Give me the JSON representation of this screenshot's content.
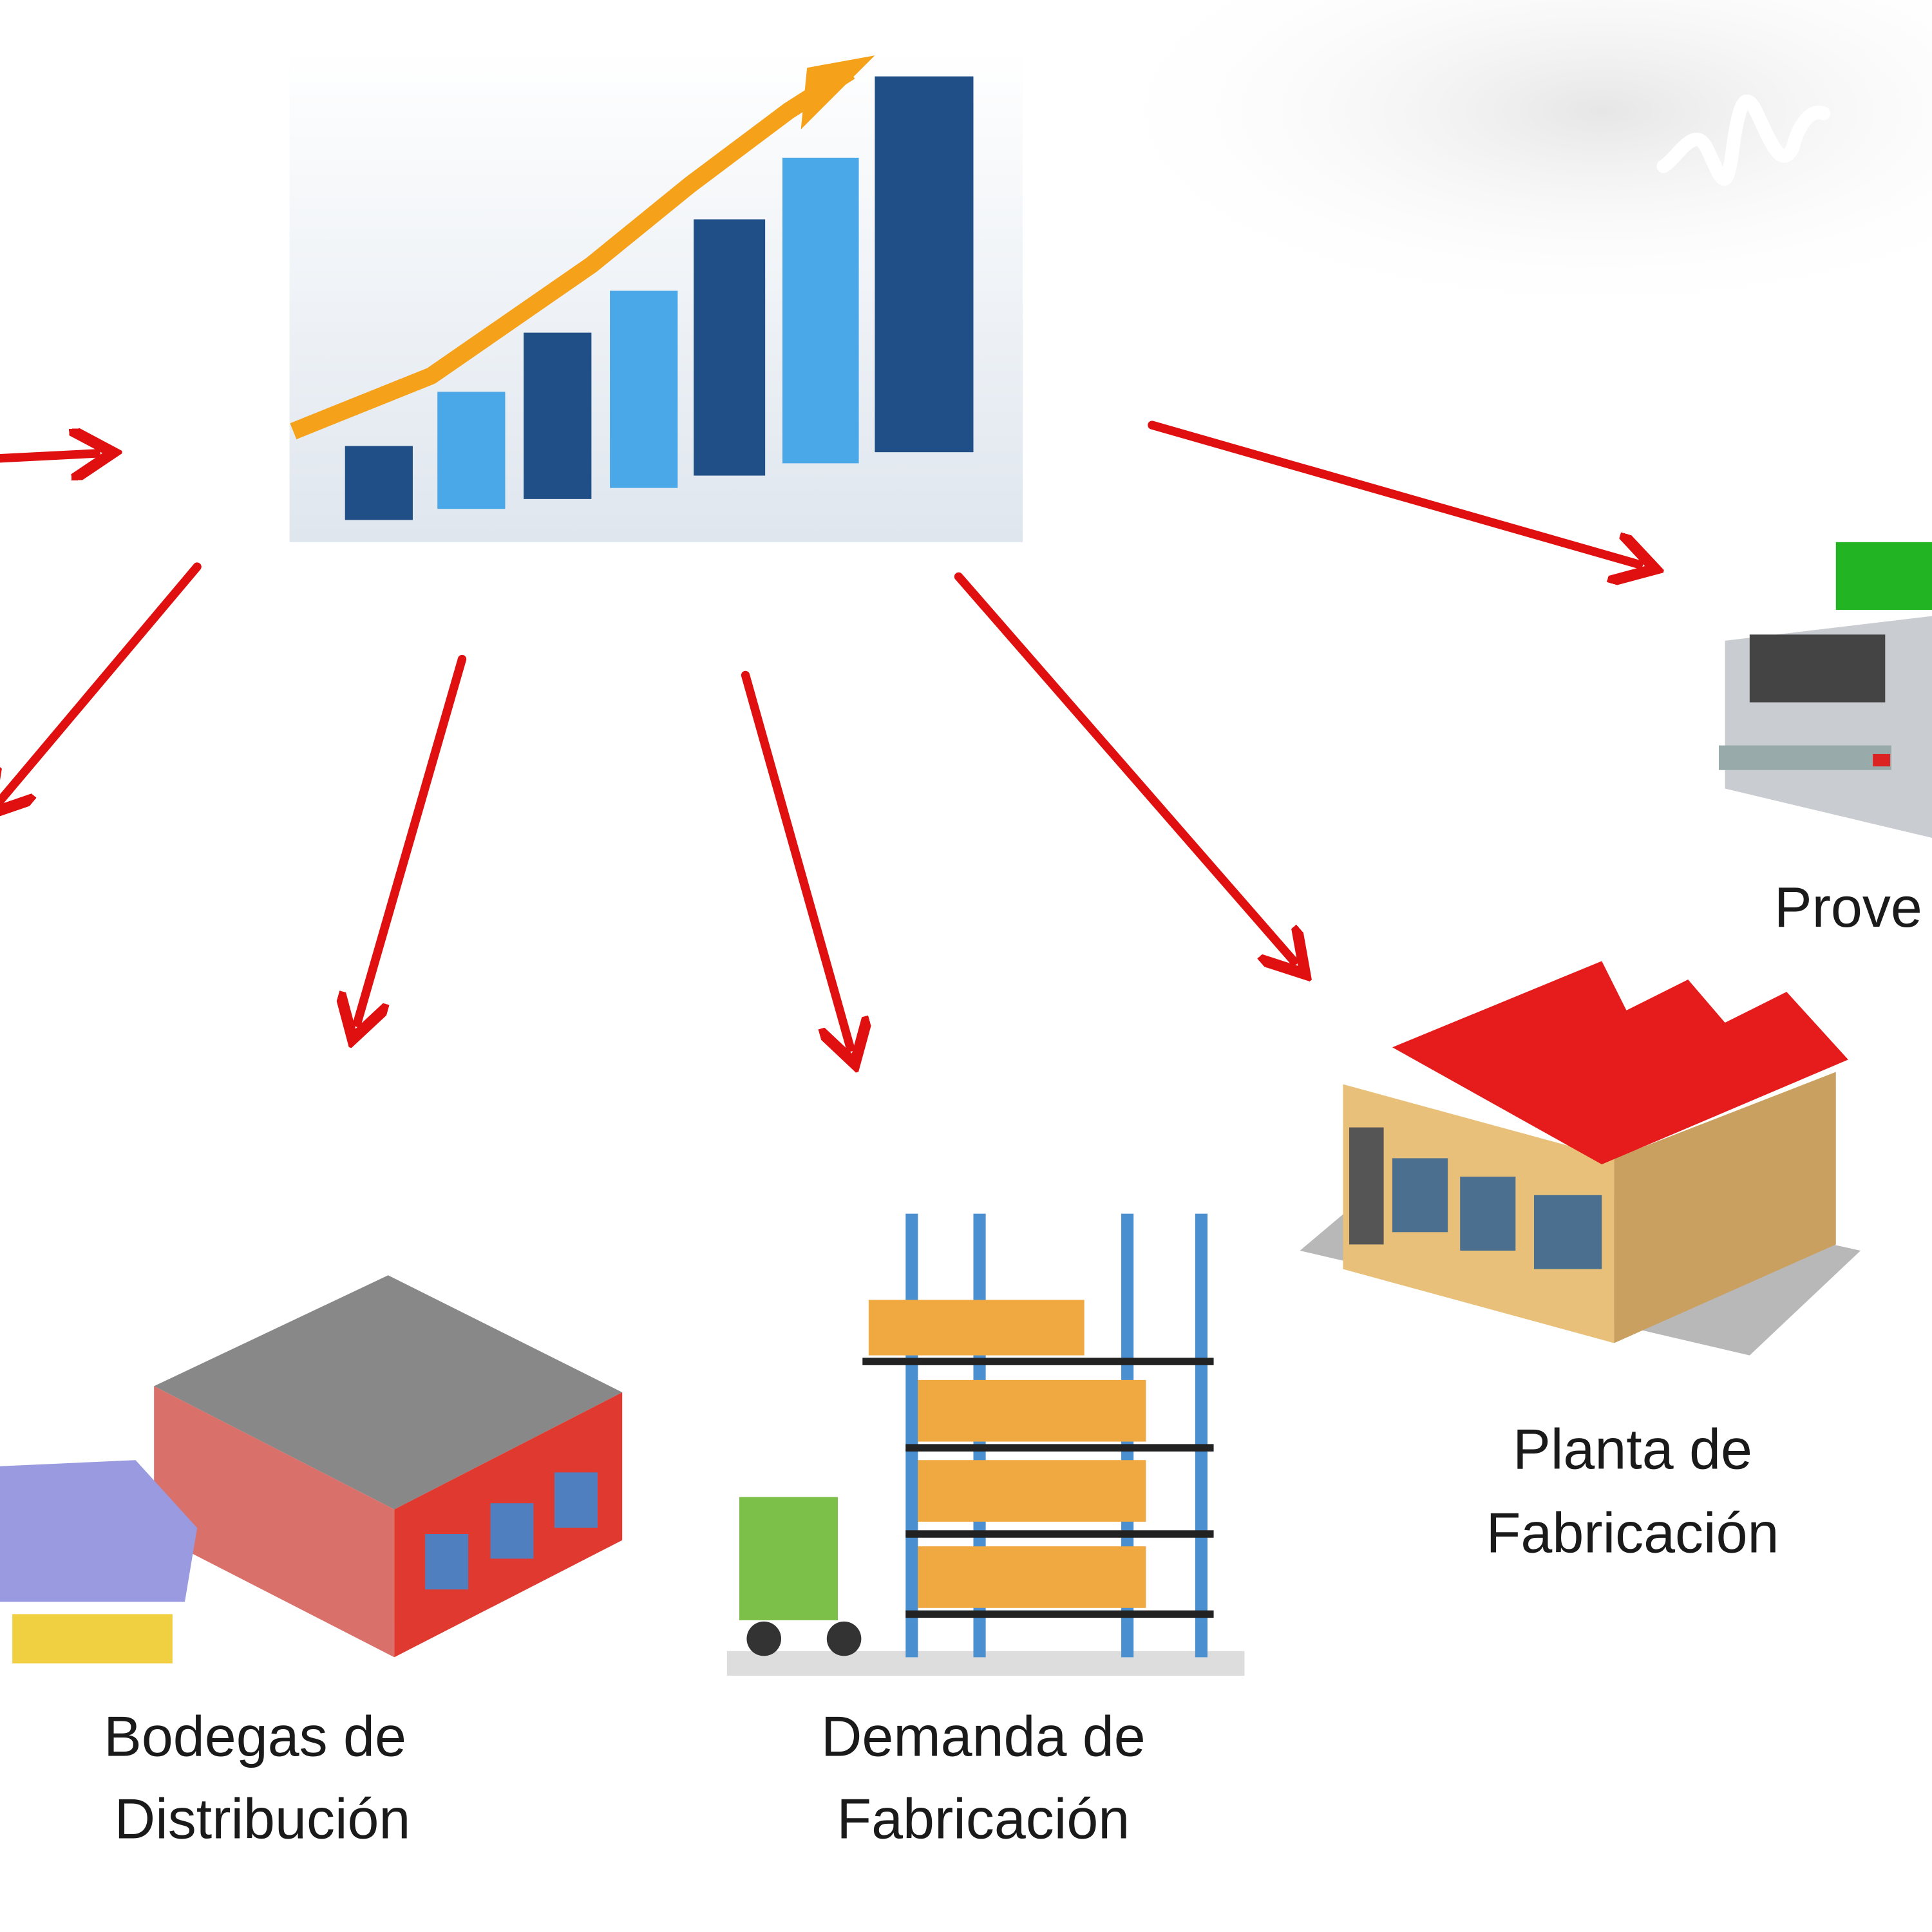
{
  "labels": {
    "proveedores": "Prove",
    "planta": [
      "Planta de",
      "Fabricación"
    ],
    "demanda": [
      "Demanda de",
      "Fabricación"
    ],
    "bodegas": [
      "Bodegas de",
      "Distribución"
    ]
  },
  "colors": {
    "arrow": "#e01010",
    "roof": "#e61c1c",
    "bar_dark": "#1f4f86",
    "bar_light": "#4aa8e8",
    "trend": "#f5a11a",
    "truck_cargo": "#22b422"
  },
  "icons": [
    "growth-chart-icon",
    "podcast-logo-icon",
    "truck-icon",
    "factory-icon",
    "warehouse-rack-icon",
    "distribution-warehouse-icon"
  ]
}
